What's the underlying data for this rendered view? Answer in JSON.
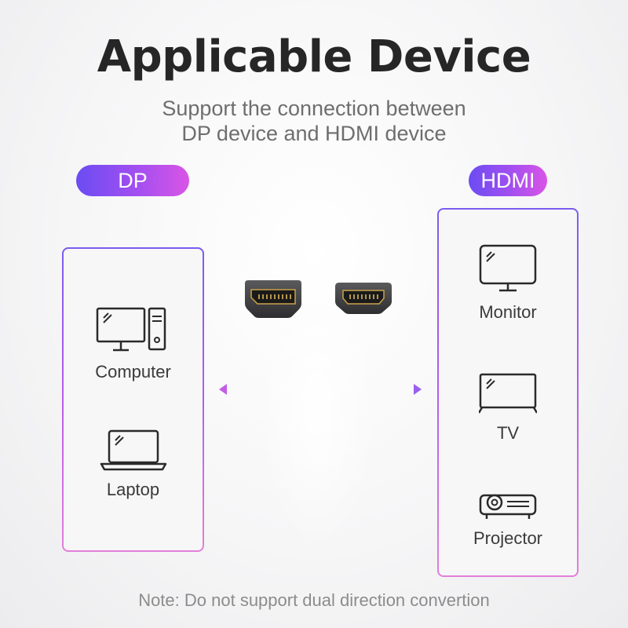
{
  "title": "Applicable Device",
  "subtitle": {
    "line1": "Support the connection between",
    "line2": "DP device and HDMI device"
  },
  "source": {
    "tag": "DP",
    "devices": [
      {
        "label": "Computer",
        "icon": "computer-icon"
      },
      {
        "label": "Laptop",
        "icon": "laptop-icon"
      }
    ]
  },
  "target": {
    "tag": "HDMI",
    "devices": [
      {
        "label": "Monitor",
        "icon": "monitor-icon"
      },
      {
        "label": "TV",
        "icon": "tv-icon"
      },
      {
        "label": "Projector",
        "icon": "projector-icon"
      }
    ]
  },
  "note": "Note: Do not support dual direction convertion",
  "colors": {
    "accent_start": "#6b4cf2",
    "accent_end": "#d955e6",
    "title": "#262626"
  }
}
